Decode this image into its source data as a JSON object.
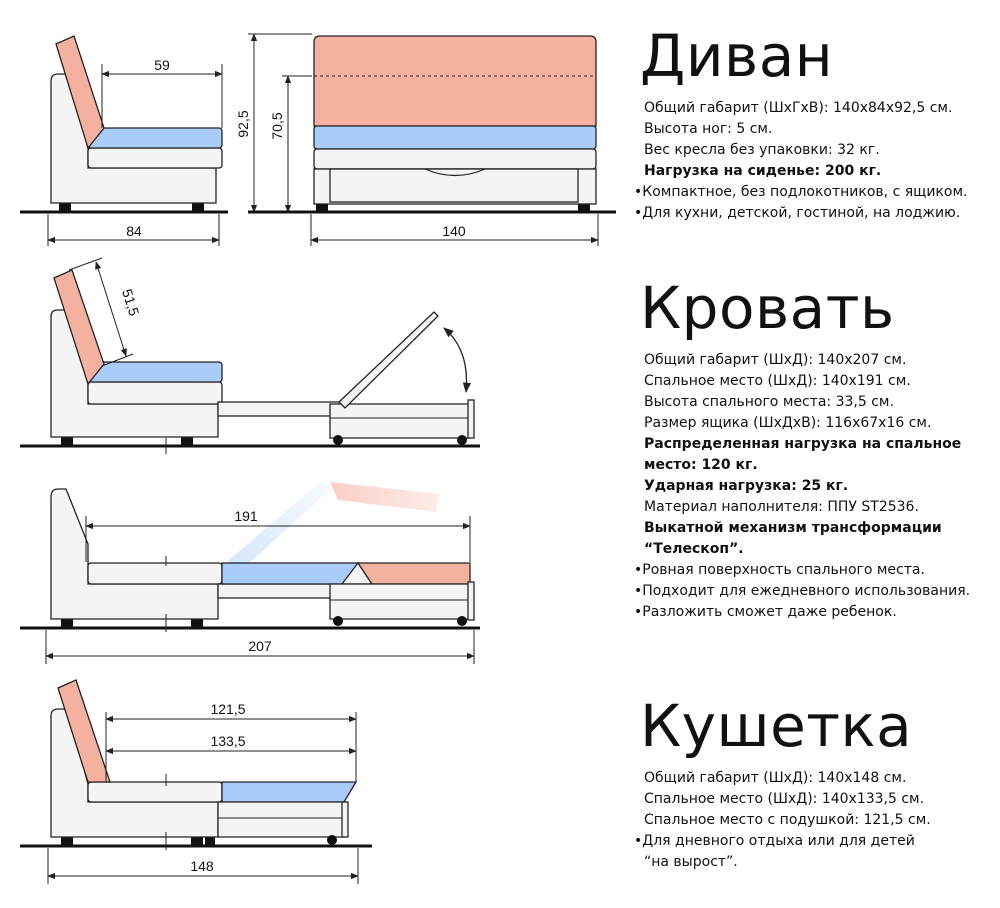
{
  "colors": {
    "back": "#F5B1A0",
    "seat": "#A9CCF8",
    "body": "#F4F4F4",
    "outline": "#222222",
    "feet": "#111111"
  },
  "drawings": {
    "sofa_side": {
      "dim_seat_depth": "59",
      "dim_width": "84",
      "dim_height_total": "92,5",
      "dim_height_back": "70,5"
    },
    "sofa_front": {
      "dim_width": "140"
    },
    "bed_side": {
      "dim_back": "51,5"
    },
    "bed_open": {
      "dim_sleep": "191",
      "dim_total": "207"
    },
    "couch": {
      "dim_a": "121,5",
      "dim_b": "133,5",
      "dim_total": "148"
    }
  },
  "sections": [
    {
      "title": "Диван",
      "lines": [
        {
          "text": "Общий габарит (ШхГхВ): 140х84х92,5 см.",
          "style": "ind"
        },
        {
          "text": "Высота ног: 5 см.",
          "style": "ind"
        },
        {
          "text": "Вес кресла без упаковки: 32 кг.",
          "style": "ind"
        },
        {
          "text": "Нагрузка на сиденье: 200 кг.",
          "style": "ind b"
        },
        {
          "text": "Компактное, без подлокотников, с ящиком.",
          "style": "bul"
        },
        {
          "text": "Для кухни, детской, гостиной, на лоджию.",
          "style": "bul"
        }
      ]
    },
    {
      "title": "Кровать",
      "lines": [
        {
          "text": "Общий габарит (ШхД): 140х207 см.",
          "style": "ind"
        },
        {
          "text": "Спальное место (ШхД): 140х191 см.",
          "style": "ind"
        },
        {
          "text": "Высота спального места: 33,5 см.",
          "style": "ind"
        },
        {
          "text": "Размер ящика (ШхДхВ): 116х67х16 см.",
          "style": "ind"
        },
        {
          "text": "Распределенная нагрузка на спальное",
          "style": "ind b"
        },
        {
          "text": "место: 120 кг.",
          "style": "ind b"
        },
        {
          "text": "Ударная нагрузка: 25 кг.",
          "style": "ind b"
        },
        {
          "text": "Материал наполнителя: ППУ ST2536.",
          "style": "ind"
        },
        {
          "text": " Выкатной механизм трансформации",
          "style": "ind b"
        },
        {
          "text": " “Телескоп”.",
          "style": "ind b"
        },
        {
          "text": "Ровная поверхность спального места.",
          "style": "bul"
        },
        {
          "text": "Подходит для ежедневного использования.",
          "style": "bul"
        },
        {
          "text": "Разложить сможет даже ребенок.",
          "style": "bul"
        }
      ]
    },
    {
      "title": "Кушетка",
      "lines": [
        {
          "text": "Общий габарит (ШхД): 140х148 см.",
          "style": "ind"
        },
        {
          "text": "Спальное место (ШхД): 140х133,5 см.",
          "style": "ind"
        },
        {
          "text": "Спальное место с подушкой: 121,5 см.",
          "style": "ind"
        },
        {
          "text": "Для дневного отдыха или для детей",
          "style": "bul"
        },
        {
          "text": " “на вырост”.",
          "style": "ind"
        }
      ]
    }
  ]
}
